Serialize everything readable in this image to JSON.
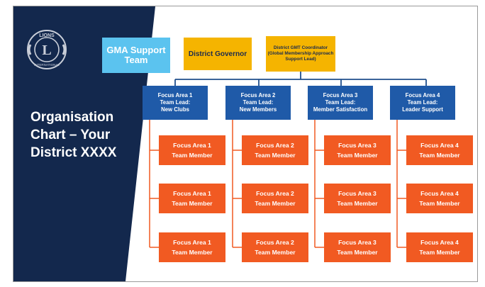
{
  "title": "Organisation Chart – Your District XXXX",
  "logo": {
    "top_text": "LIONS",
    "letter": "L",
    "bottom_text": "INTERNATIONAL"
  },
  "top_boxes": {
    "gma": "GMA Support Team",
    "governor": "District Governor",
    "coordinator": "District GMT Coordinator (Global Membership Approach Support Lead)"
  },
  "focus_areas": [
    {
      "title": "Focus Area 1",
      "lead_label": "Team Lead:",
      "lead_role": "New Clubs",
      "members": [
        {
          "area": "Focus Area 1",
          "role": "Team Member"
        },
        {
          "area": "Focus Area 1",
          "role": "Team Member"
        },
        {
          "area": "Focus Area 1",
          "role": "Team Member"
        }
      ]
    },
    {
      "title": "Focus Area 2",
      "lead_label": "Team Lead:",
      "lead_role": "New Members",
      "members": [
        {
          "area": "Focus Area 2",
          "role": "Team Member"
        },
        {
          "area": "Focus Area 2",
          "role": "Team Member"
        },
        {
          "area": "Focus Area 2",
          "role": "Team Member"
        }
      ]
    },
    {
      "title": "Focus Area 3",
      "lead_label": "Team Lead:",
      "lead_role": "Member Satisfaction",
      "members": [
        {
          "area": "Focus Area 3",
          "role": "Team Member"
        },
        {
          "area": "Focus Area 3",
          "role": "Team Member"
        },
        {
          "area": "Focus Area 3",
          "role": "Team Member"
        }
      ]
    },
    {
      "title": "Focus Area 4",
      "lead_label": "Team Lead:",
      "lead_role": "Leader Support",
      "members": [
        {
          "area": "Focus Area 4",
          "role": "Team Member"
        },
        {
          "area": "Focus Area 4",
          "role": "Team Member"
        },
        {
          "area": "Focus Area 4",
          "role": "Team Member"
        }
      ]
    }
  ],
  "colors": {
    "navy_panel": "#13284d",
    "gma_blue": "#5bc3ef",
    "gold": "#f5b400",
    "lead_blue": "#1f5aa8",
    "member_orange": "#f15a22",
    "connector_blue": "#1f4e8c",
    "connector_orange": "#f15a22"
  }
}
